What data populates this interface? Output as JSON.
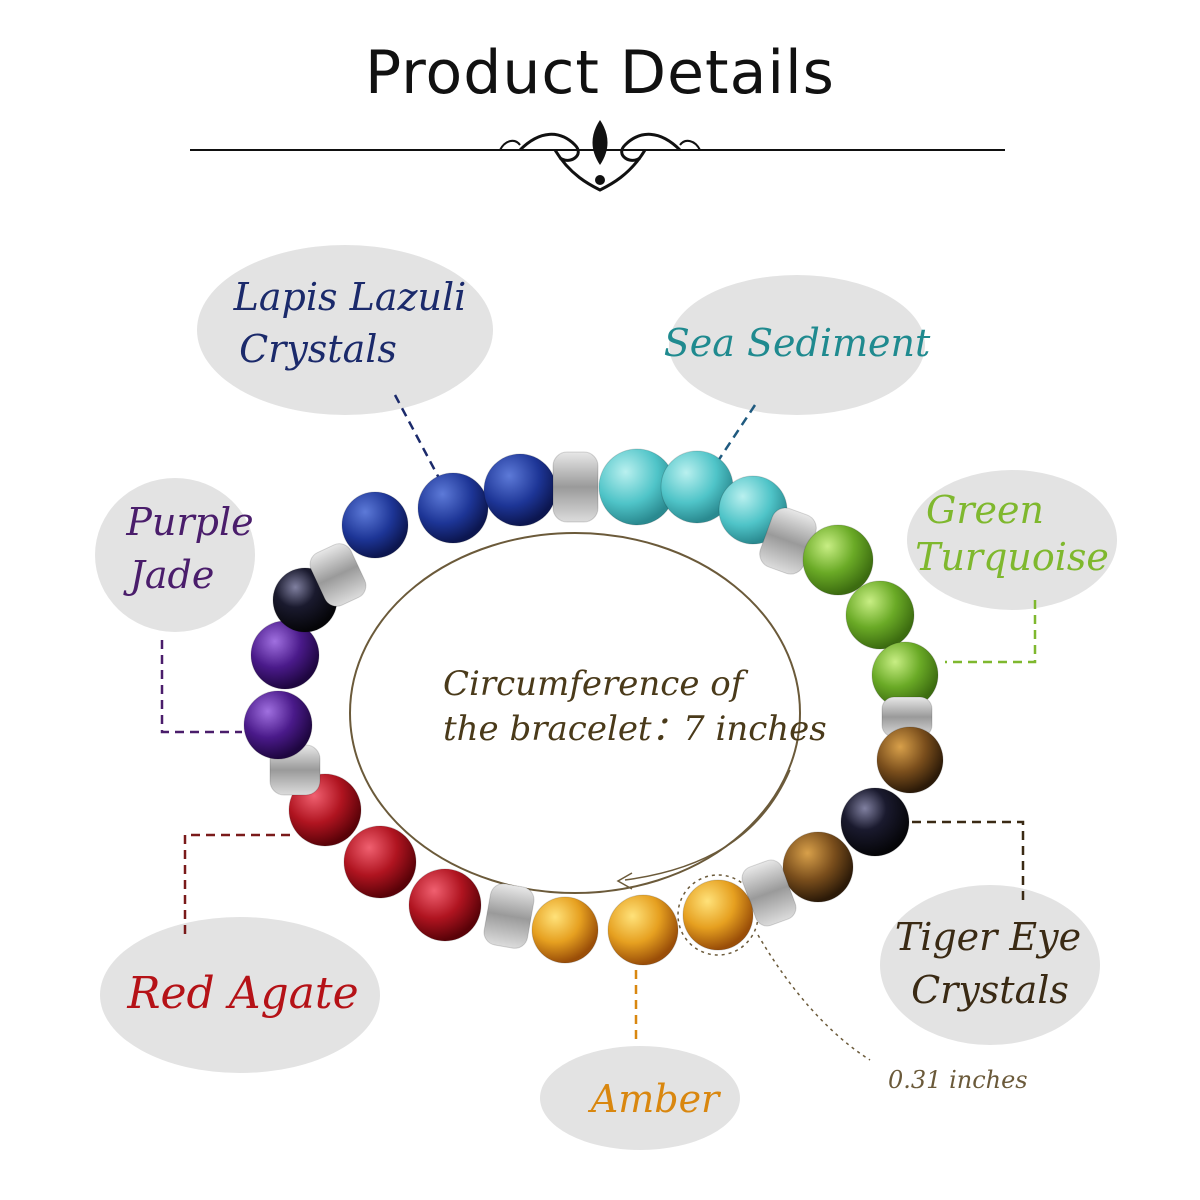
{
  "title": "Product Details",
  "labels": {
    "lapis": [
      "Lapis Lazuli",
      "Crystals"
    ],
    "sea": "Sea Sediment",
    "purple": [
      "Purple",
      "Jade"
    ],
    "green": [
      "Green",
      "Turquoise"
    ],
    "red": "Red Agate",
    "tiger": [
      "Tiger Eye",
      "Crystals"
    ],
    "amber": "Amber",
    "circumference": [
      "Circumference of",
      "the bracelet：",
      "7 inches"
    ],
    "bead_size": "0.31 inches"
  },
  "colors": {
    "lapis": "#1b2a6b",
    "sea": "#1f8a8f",
    "purple": "#4a1d6b",
    "green": "#7fb82e",
    "red": "#b51217",
    "tiger": "#3a2a14",
    "amber": "#d9870f",
    "center_text": "#4a3a1a"
  },
  "icons": [
    "decorative-flourish-icon"
  ]
}
